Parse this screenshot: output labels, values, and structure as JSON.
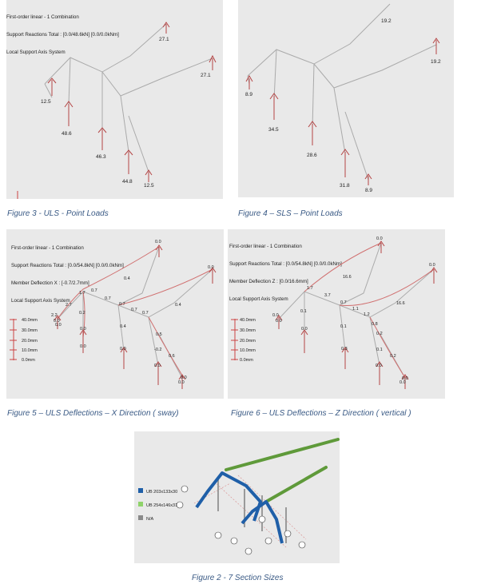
{
  "figures": {
    "fig3": {
      "caption": "Figure 3 - ULS - Point Loads",
      "header": [
        "First-order linear - 1 Combination",
        "Support Reactions Total : [0.0/48.6kN] [0.0/0.0kNm]",
        "Local Support Axis System"
      ],
      "values": [
        "27.1",
        "27.1",
        "12.5",
        "48.6",
        "46.3",
        "44.8",
        "12.5"
      ]
    },
    "fig4": {
      "caption": "Figure 4 – SLS – Point Loads",
      "values": [
        "19.2",
        "19.2",
        "8.9",
        "34.5",
        "28.6",
        "31.8",
        "8.9"
      ]
    },
    "fig5": {
      "caption": "Figure 5 – ULS Deflections – X Direction    ( sway)",
      "header": [
        "First-order linear - 1 Combination",
        "Support Reactions Total : [0.0/54.8kN] [0.0/0.0kNm]",
        "Member Deflection X : [-0.7/2.7mm]",
        "Local Support Axis System"
      ],
      "scale": [
        "40.0mm",
        "30.0mm",
        "20.0mm",
        "10.0mm",
        "0.0mm"
      ],
      "values": [
        "0.0",
        "0.0",
        "0.4",
        "2.7",
        "1.7",
        "0.7",
        "0.7",
        "0.7",
        "0.7",
        "0.7",
        "0.4",
        "2.2",
        "0.0",
        "0.2",
        "0.0",
        "0.4",
        "0.0",
        "0.5",
        "-0.2",
        "0.6",
        "0.0",
        "0.0",
        "0.0",
        "0.0",
        "0.0"
      ]
    },
    "fig6": {
      "caption": "Figure 6 – ULS Deflections – Z Direction ( vertical )",
      "header": [
        "First-order linear - 1 Combination",
        "Support Reactions Total : [0.0/54.8kN] [0.0/0.0kNm]",
        "Member Deflection Z : [0.0/16.6mm]",
        "Local Support Axis System"
      ],
      "scale": [
        "40.0mm",
        "30.0mm",
        "20.0mm",
        "10.0mm",
        "0.0mm"
      ],
      "values": [
        "0.0",
        "0.0",
        "16.6",
        "16.6",
        "1.7",
        "3.7",
        "0.7",
        "1.1",
        "1.2",
        "0.8",
        "0.0",
        "0.1",
        "0.0",
        "0.1",
        "0.2",
        "0.3",
        "0.0",
        "0.1",
        "0.2",
        "0.0",
        "0.0",
        "0.0"
      ]
    },
    "fig2": {
      "caption": "Figure 2 - 7 Section Sizes",
      "legend": [
        {
          "label": "UB 203x133x30",
          "color": "#1f5fa8"
        },
        {
          "label": "UB 254x146x31",
          "color": "#8fd36a"
        },
        {
          "label": "N/A",
          "color": "#8a8a8a"
        }
      ]
    }
  }
}
